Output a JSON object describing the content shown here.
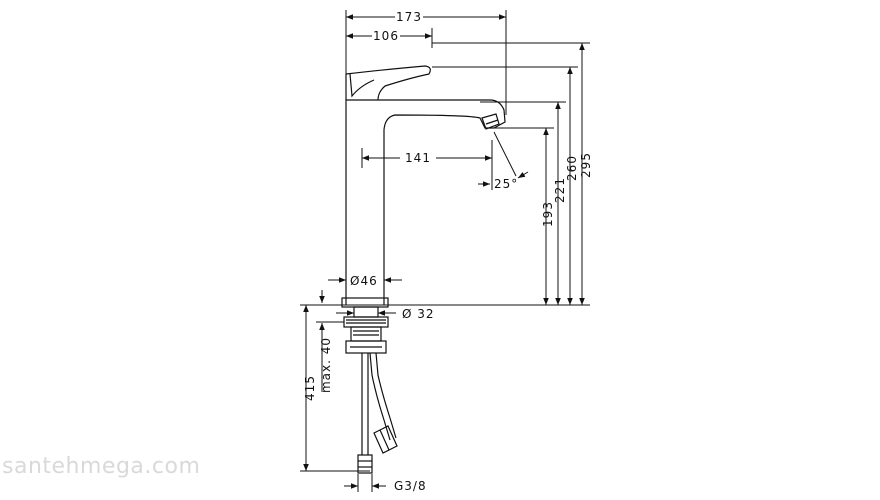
{
  "dimensions": {
    "d173": "173",
    "d106": "106",
    "d295": "295",
    "d260": "260",
    "d221": "221",
    "d193": "193",
    "d141": "141",
    "angle": "25°",
    "dia46": "Ø46",
    "dia32": "Ø 32",
    "max40": "max. 40",
    "d415": "415",
    "g38": "G3/8"
  },
  "watermark": "santehmega.com"
}
